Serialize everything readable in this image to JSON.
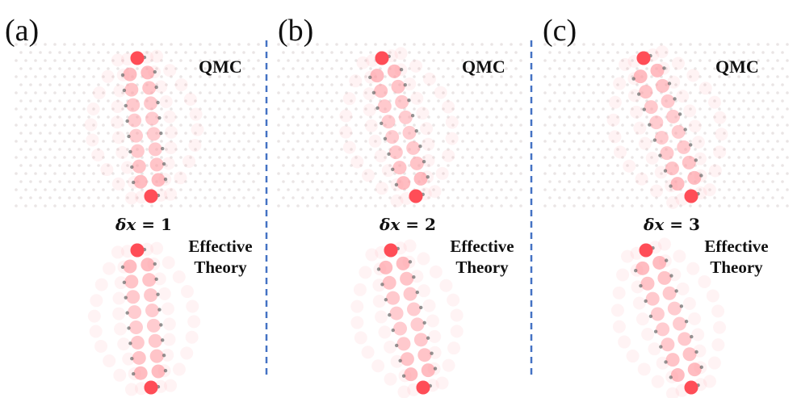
{
  "panels": [
    {
      "letter": "(a)",
      "qmc_label": "QMC",
      "effective_label": [
        "Effective",
        "Theory"
      ],
      "shift_symbol": "δx",
      "shift_eq": " = ",
      "shift_value": "1"
    },
    {
      "letter": "(b)",
      "qmc_label": "QMC",
      "effective_label": [
        "Effective",
        "Theory"
      ],
      "shift_symbol": "δx",
      "shift_eq": " = ",
      "shift_value": "2"
    },
    {
      "letter": "(c)",
      "qmc_label": "QMC",
      "effective_label": [
        "Effective",
        "Theory"
      ],
      "shift_symbol": "δx",
      "shift_eq": " = ",
      "shift_value": "3"
    }
  ],
  "colors": {
    "site_fill": "#ff9aa2",
    "endpoint_fill": "#ff4d57",
    "edge_atom": "#666666",
    "background_atom": "#d9cfd0",
    "divider": "#4472c4"
  }
}
